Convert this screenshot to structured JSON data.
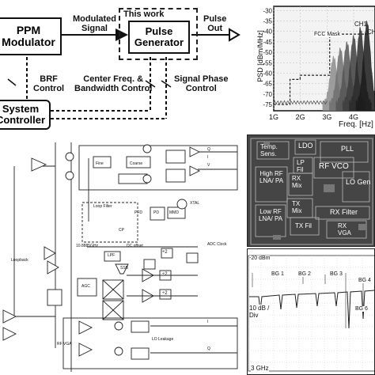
{
  "block_diagram": {
    "ppm_modulator": [
      "PPM",
      "Modulator"
    ],
    "modulated_signal": [
      "Modulated",
      "Signal"
    ],
    "this_work": "This work",
    "pulse_generator": [
      "Pulse",
      "Generator"
    ],
    "pulse_out": [
      "Pulse",
      "Out"
    ],
    "brf_control": [
      "BRF",
      "Control"
    ],
    "center_freq_bw": [
      "Center Freq. &",
      "Bandwidth Control"
    ],
    "signal_phase": [
      "Signal Phase",
      "Control"
    ],
    "system_controller": [
      "System",
      "Controller"
    ]
  },
  "spectrum_plot": {
    "ylabel": "PSD [dBm/MHz]",
    "xlabel": "Freq. [Hz]",
    "fcc_mask": "FCC Mask",
    "ch1": "CH1",
    "ch": "CH",
    "chart_data": {
      "type": "area",
      "x_ticks": [
        "1G",
        "2G",
        "3G",
        "4G"
      ],
      "y_ticks": [
        "-30",
        "-35",
        "-40",
        "-45",
        "-50",
        "-55",
        "-60",
        "-65",
        "-70",
        "-75"
      ],
      "ylim": [
        -78,
        -28
      ],
      "grid": true,
      "fcc_mask_steps": [
        {
          "x": 1.0,
          "y": -75
        },
        {
          "x": 1.61,
          "y": -75
        },
        {
          "x": 1.61,
          "y": -63
        },
        {
          "x": 1.99,
          "y": -63
        },
        {
          "x": 1.99,
          "y": -61
        },
        {
          "x": 3.1,
          "y": -61
        },
        {
          "x": 3.1,
          "y": -41.3
        },
        {
          "x": 4.6,
          "y": -41.3
        }
      ],
      "series_peaks": [
        {
          "center": 3.25,
          "peak": -52
        },
        {
          "center": 3.5,
          "peak": -48
        },
        {
          "center": 3.75,
          "peak": -45
        },
        {
          "center": 4.0,
          "peak": -42
        },
        {
          "center": 4.25,
          "peak": -38
        },
        {
          "center": 4.5,
          "peak": -35
        }
      ]
    }
  },
  "schematic": {
    "labels": {
      "fine": "Fine",
      "coarse": "Coarse",
      "loop_filter": "Loop Filter",
      "lpf": "LPF",
      "xtal": "XTAL",
      "mmd": "MMD",
      "pd": "PD",
      "agc": "AGC",
      "loopback": "Loopback",
      "rf_vga": "RF VGA",
      "lo_leakage": "LO Leakage",
      "dc_offset": "DC offset",
      "adc_clock": "ADC Clock",
      "divider_1": "÷2",
      "divider_2": "÷2",
      "divider_3": "÷2",
      "cp": "CP",
      "pfd": "PFD",
      "ssb": "SSB",
      "bias": "10.8885GHz",
      "io_q": "Q",
      "io_i": "I",
      "io_v": "V",
      "io_i2": "I",
      "io_q2": "Q"
    }
  },
  "die_photo": {
    "blocks": [
      "Temp. Sens.",
      "LDO",
      "PLL",
      "LP Fil",
      "RF VCO",
      "LO Gen",
      "High RF LNA/ PA",
      "RX Mix",
      "TX Mix",
      "RX Filter",
      "Low RF LNA/ PA",
      "TX Fil",
      "RX VGA"
    ]
  },
  "spectrum_analyzer": {
    "ref_level": "-20 dBm",
    "scale": "10 dB / Div",
    "start_freq": "3 GHz",
    "bands": [
      "BG 1",
      "BG 2",
      "BG 3",
      "BG 4",
      "BG 6"
    ]
  }
}
